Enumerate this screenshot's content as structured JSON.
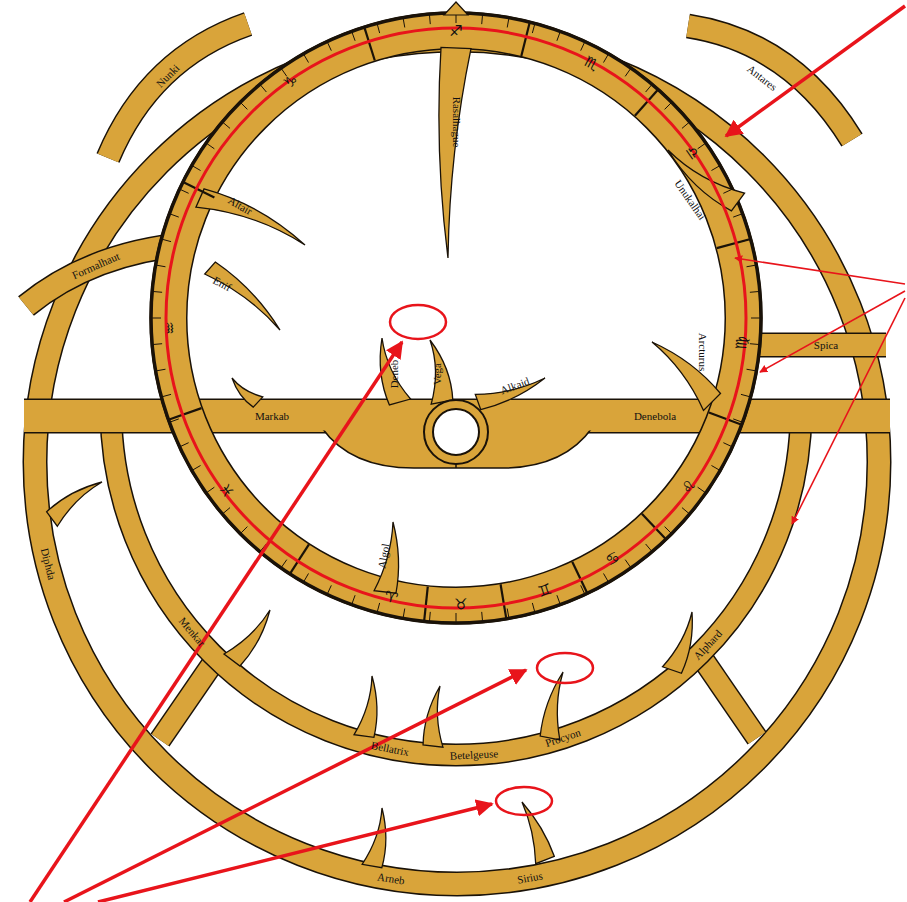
{
  "diagram": {
    "labels": [
      "Nunki",
      "Antares",
      "Rasalhague",
      "Unukalhai",
      "Altair",
      "Enif",
      "Formalhaut",
      "Spica",
      "Arcturus",
      "Vega",
      "Deneb",
      "Alkaid",
      "Markab",
      "Denebola",
      "Diphda",
      "Algol",
      "Menkar",
      "Bellatrix",
      "Betelgeuse",
      "Procyon",
      "Alphard",
      "Arneb",
      "Sirius",
      "♈",
      "♉",
      "♊",
      "♋",
      "♌",
      "♍",
      "♎",
      "♏",
      "♐",
      "♑",
      "♒",
      "♓"
    ]
  }
}
